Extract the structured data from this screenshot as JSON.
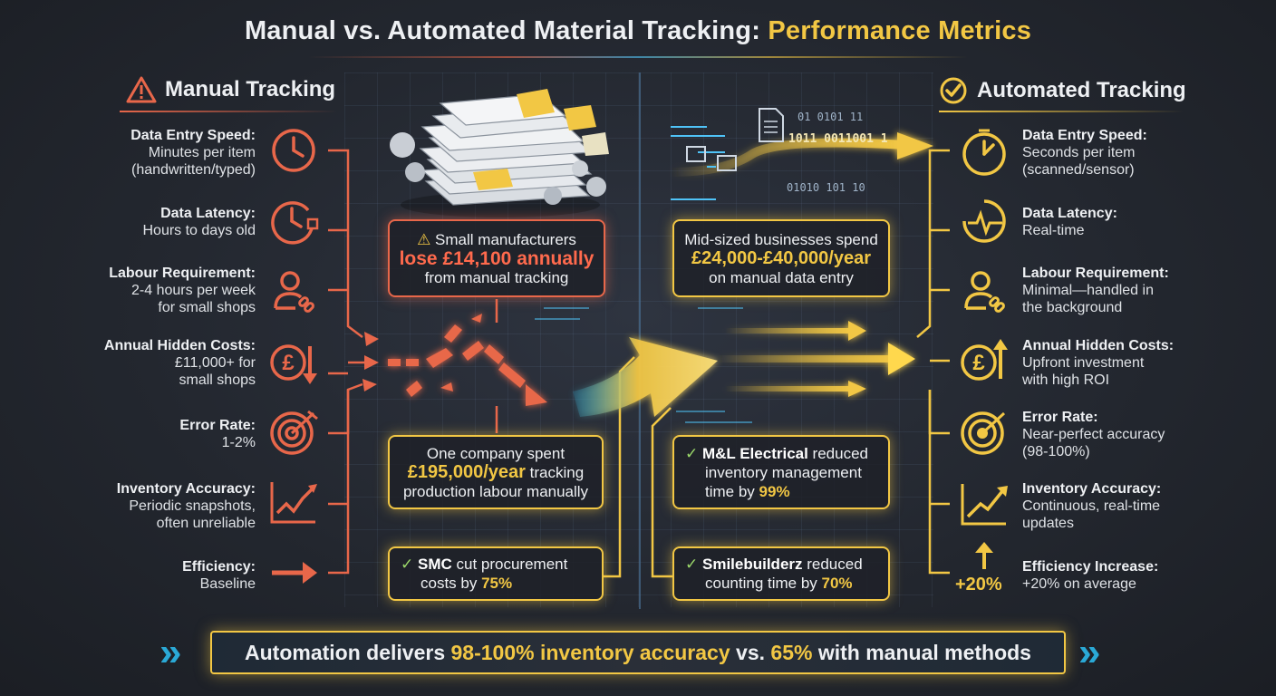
{
  "title": {
    "part1": "Manual vs. Automated Material Tracking: ",
    "part2": "Performance Metrics"
  },
  "manual": {
    "heading": "Manual Tracking",
    "metrics": [
      {
        "label": "Data Entry Speed:",
        "lines": [
          "Minutes per item",
          "(handwritten/typed)"
        ]
      },
      {
        "label": "Data Latency:",
        "lines": [
          "Hours to days old"
        ]
      },
      {
        "label": "Labour Requirement:",
        "lines": [
          "2-4 hours per week",
          "for small shops"
        ]
      },
      {
        "label": "Annual Hidden Costs:",
        "lines": [
          "£11,000+ for",
          "small shops"
        ]
      },
      {
        "label": "Error Rate:",
        "lines": [
          "1-2%"
        ]
      },
      {
        "label": "Inventory Accuracy:",
        "lines": [
          "Periodic snapshots,",
          "often unreliable"
        ]
      },
      {
        "label": "Efficiency:",
        "lines": [
          "Baseline"
        ]
      }
    ]
  },
  "automated": {
    "heading": "Automated Tracking",
    "metrics": [
      {
        "label": "Data Entry Speed:",
        "lines": [
          "Seconds per item",
          "(scanned/sensor)"
        ]
      },
      {
        "label": "Data Latency:",
        "lines": [
          "Real-time"
        ]
      },
      {
        "label": "Labour Requirement:",
        "lines": [
          "Minimal—handled in",
          "the background"
        ]
      },
      {
        "label": "Annual Hidden Costs:",
        "lines": [
          "Upfront investment",
          "with high ROI"
        ]
      },
      {
        "label": "Error Rate:",
        "lines": [
          "Near-perfect accuracy",
          "(98-100%)"
        ]
      },
      {
        "label": "Inventory Accuracy:",
        "lines": [
          "Continuous, real-time",
          "updates"
        ]
      },
      {
        "label": "Efficiency Increase:",
        "lines": [
          "+20% on average"
        ]
      }
    ],
    "efficiency_badge": "+20%"
  },
  "data_stream": {
    "bits1": "01 0101  11",
    "bits2": "1011 0011001 1",
    "bits3": "01010 101 10"
  },
  "cards": {
    "small_mfg": {
      "l1": "Small manufacturers",
      "l2": "lose £14,100 annually",
      "l3": "from manual tracking"
    },
    "company_spent": {
      "l1": "One company spent",
      "l2a": "£195,000/year",
      "l2b": " tracking",
      "l3": "production labour manually"
    },
    "smc": {
      "b": "SMC",
      "l1": " cut procurement",
      "l2a": "costs by ",
      "l2b": "75%"
    },
    "mid_sized": {
      "l1": "Mid-sized businesses spend",
      "l2": "£24,000-£40,000/year",
      "l3": "on manual data entry"
    },
    "ml_electrical": {
      "b": "M&L Electrical",
      "l1": " reduced",
      "l2": "inventory management",
      "l3a": "time by ",
      "l3b": "99%"
    },
    "smilebuilderz": {
      "b": "Smilebuilderz",
      "l1": " reduced",
      "l2a": "counting time by ",
      "l2b": "70%"
    }
  },
  "banner": {
    "p1": "Automation delivers ",
    "p2": "98-100% inventory accuracy",
    "p3": " vs. ",
    "p4": "65%",
    "p5": " with manual methods"
  },
  "colors": {
    "manual_accent": "#e8674a",
    "automated_accent": "#f2c744",
    "check": "#9bd86a",
    "background": "#262a32"
  }
}
